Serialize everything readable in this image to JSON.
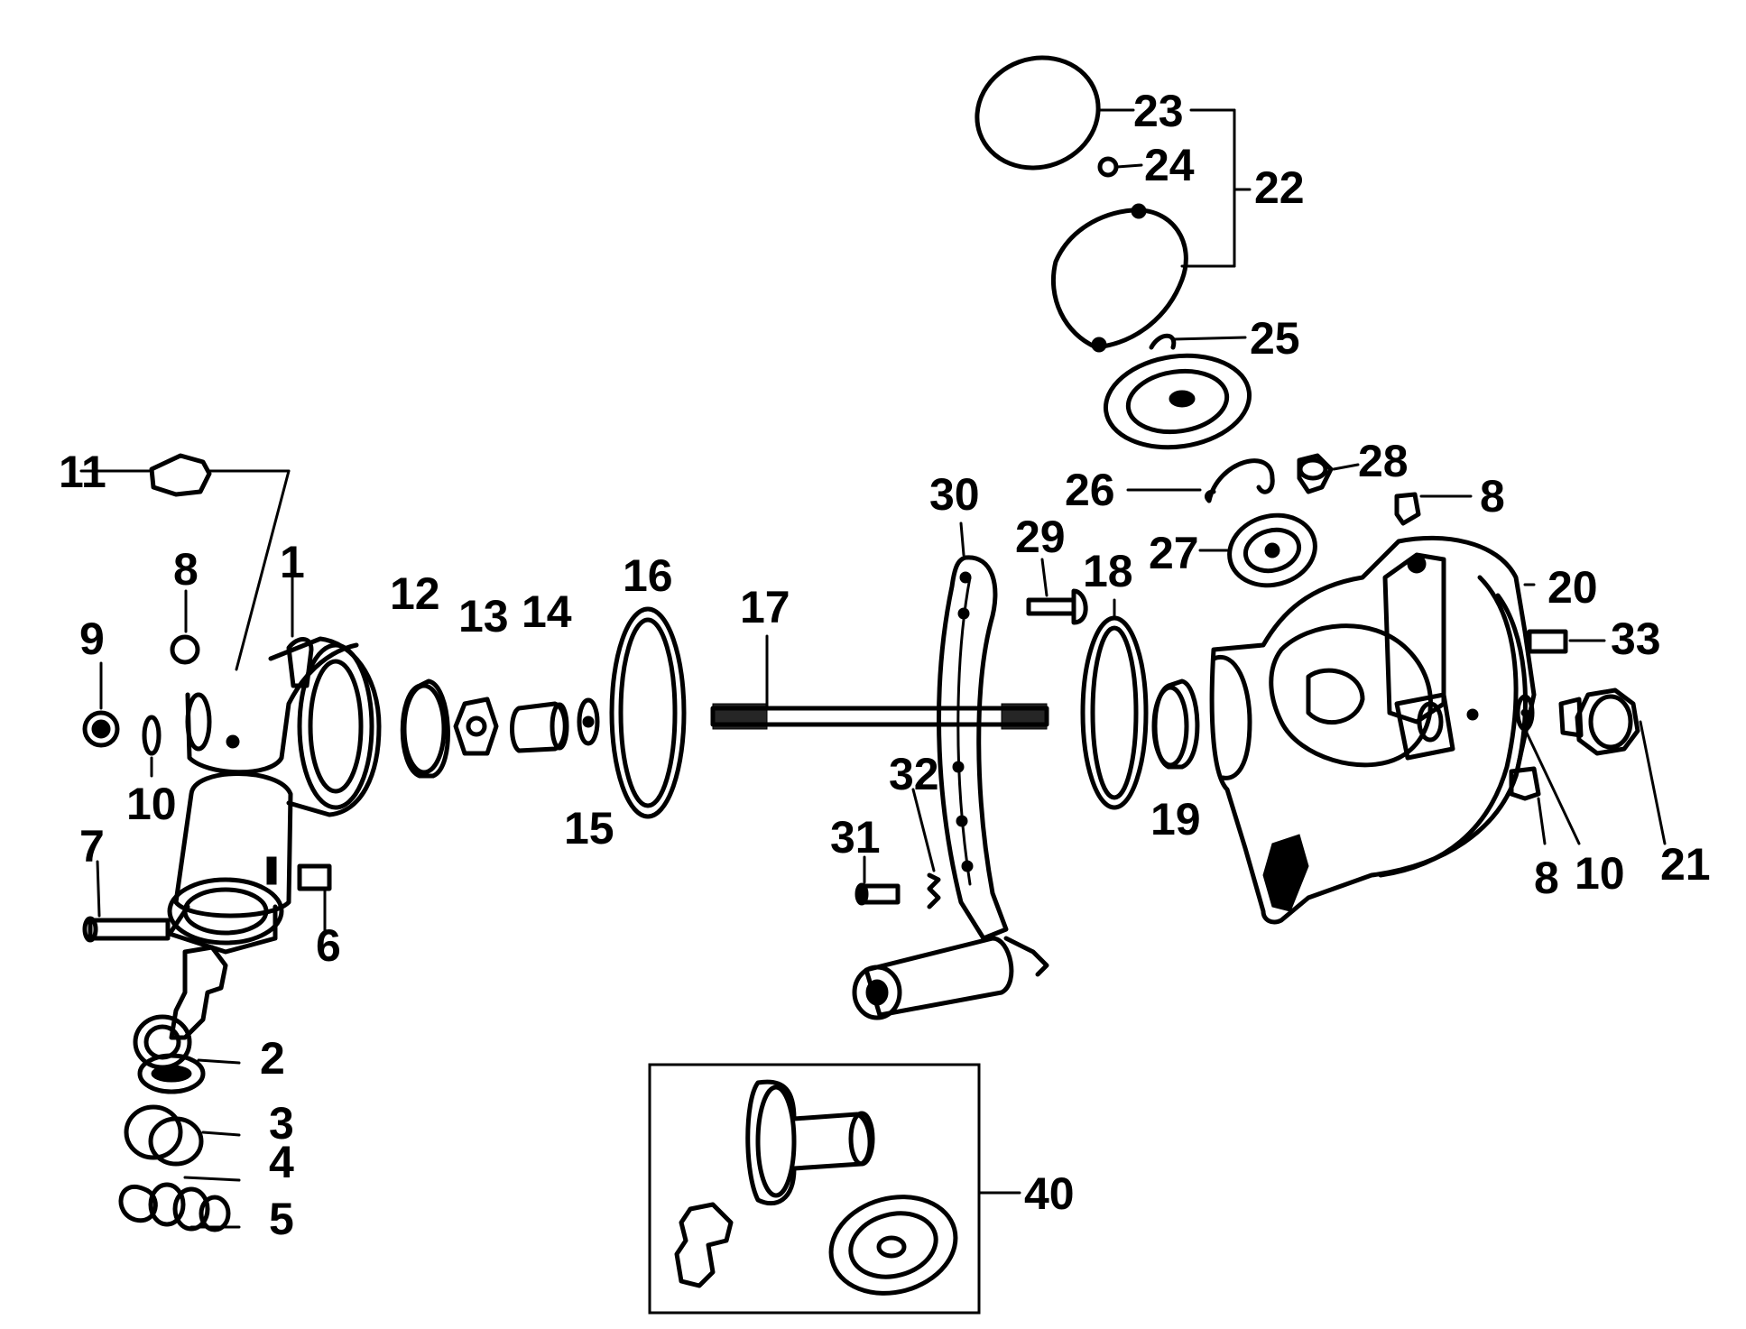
{
  "labels": {
    "p1": "1",
    "p2": "2",
    "p3": "3",
    "p4": "4",
    "p5": "5",
    "p6": "6",
    "p7": "7",
    "p8a": "8",
    "p8b": "8",
    "p8c": "8",
    "p9": "9",
    "p10a": "10",
    "p10b": "10",
    "p11": "11",
    "p12": "12",
    "p13": "13",
    "p14": "14",
    "p15": "15",
    "p16": "16",
    "p17": "17",
    "p18": "18",
    "p19": "19",
    "p20": "20",
    "p21": "21",
    "p22": "22",
    "p23": "23",
    "p24": "24",
    "p25": "25",
    "p26": "26",
    "p27": "27",
    "p28": "28",
    "p29": "29",
    "p30": "30",
    "p31": "31",
    "p32": "32",
    "p33": "33",
    "p40": "40"
  }
}
